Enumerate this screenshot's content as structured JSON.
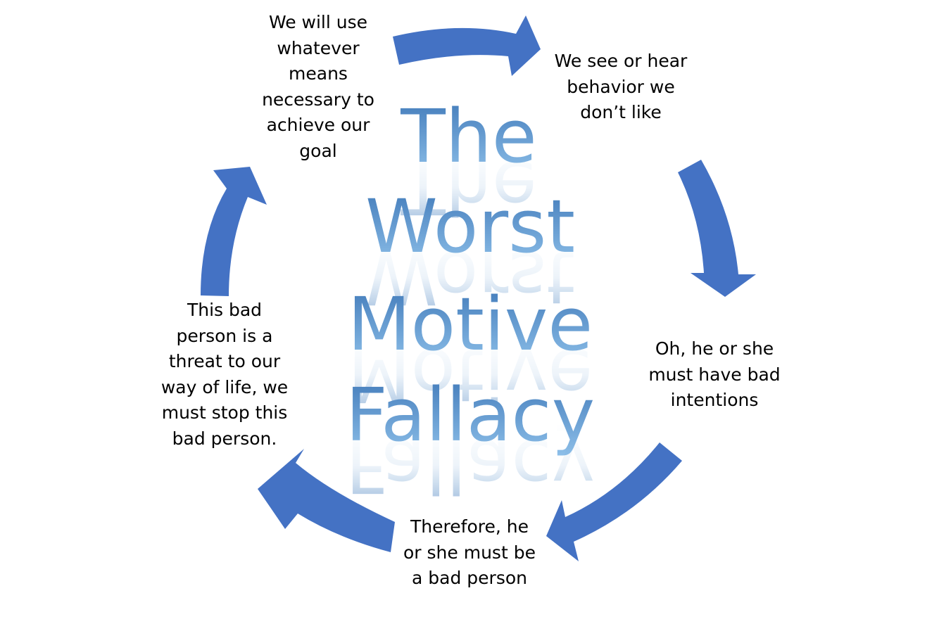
{
  "title": {
    "lines": [
      "The",
      "Worst",
      "Motive",
      "Fallacy"
    ],
    "gradient_top": "#3f78b8",
    "gradient_bottom": "#8fc1ea"
  },
  "steps": [
    {
      "id": "see-behavior",
      "lines": [
        "We see or hear",
        "behavior we",
        "don’t like"
      ]
    },
    {
      "id": "bad-intentions",
      "lines": [
        "Oh, he or she",
        "must have bad",
        "intentions"
      ]
    },
    {
      "id": "bad-person",
      "lines": [
        "Therefore, he",
        "or she must be",
        "a bad person"
      ]
    },
    {
      "id": "threat",
      "lines": [
        "This bad",
        "person is a",
        "threat to our",
        "way of life, we",
        "must stop this",
        "bad person."
      ]
    },
    {
      "id": "any-means",
      "lines": [
        "We will use",
        "whatever",
        "means",
        "necessary to",
        "achieve our",
        "goal"
      ]
    }
  ],
  "colors": {
    "arrow": "#4472c4",
    "text": "#000000",
    "background": "#ffffff"
  }
}
